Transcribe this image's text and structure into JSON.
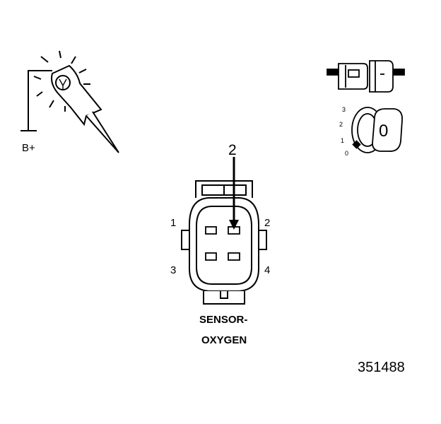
{
  "test_lamp": {
    "icon": "test-lamp-probe-icon",
    "supply_label": "B+"
  },
  "ignition": {
    "icon": "ignition-key-switch-icon",
    "key_position_label": "0",
    "positions": [
      "3",
      "2",
      "1",
      "0"
    ]
  },
  "connector": {
    "icon": "oxygen-sensor-connector-icon",
    "probe_pin_label": "2",
    "pins": [
      "1",
      "2",
      "3",
      "4"
    ],
    "name_line1": "SENSOR-",
    "name_line2": "OXYGEN"
  },
  "figure_number": "351488"
}
